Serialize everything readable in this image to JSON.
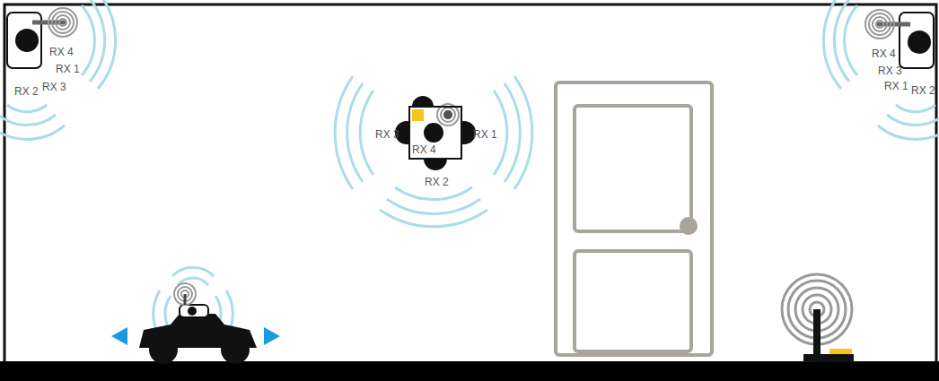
{
  "diagram": {
    "nodes": [
      {
        "text": [
          "RX 4"
        ]
      }
    ],
    "labels": [
      "RX 4",
      "RX 1",
      "RX 2",
      "RX 3",
      "RX 4",
      "RX 3",
      "RX 1",
      "RX 2",
      "RX 3",
      "RX 1",
      "RX 2"
    ]
  }
}
